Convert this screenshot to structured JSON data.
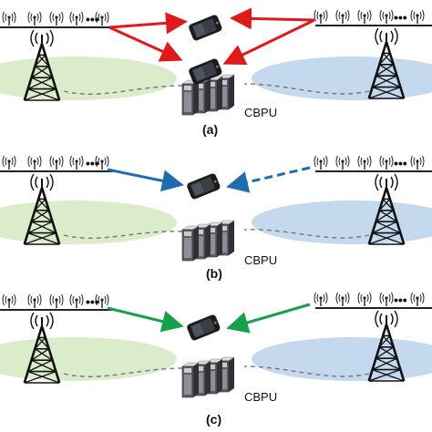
{
  "panels": [
    {
      "label": "(a)",
      "server_label": "CBPU",
      "arrow_color": "#e0191b",
      "left_arrows": 2,
      "right_arrows": 2,
      "phones": 2,
      "right_arrow_dashed": false,
      "left_ellipse_color": "#dbeccb",
      "right_ellipse_color": "#c4d9ee"
    },
    {
      "label": "(b)",
      "server_label": "CBPU",
      "arrow_color": "#1f6cb2",
      "left_arrows": 1,
      "right_arrows": 1,
      "phones": 1,
      "right_arrow_dashed": true,
      "left_ellipse_color": "#dbeccb",
      "right_ellipse_color": "#c4d9ee"
    },
    {
      "label": "(c)",
      "server_label": "CBPU",
      "arrow_color": "#16a04a",
      "left_arrows": 1,
      "right_arrows": 1,
      "phones": 1,
      "right_arrow_dashed": false,
      "left_ellipse_color": "#dbeccb",
      "right_ellipse_color": "#c4d9ee"
    }
  ],
  "antenna_dots": "•••"
}
